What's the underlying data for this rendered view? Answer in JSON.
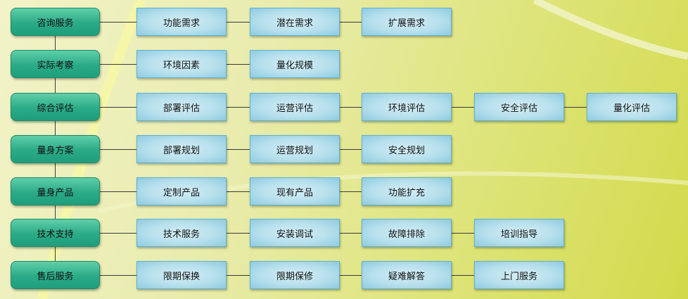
{
  "rows": [
    {
      "main": "咨询服务",
      "subs": [
        "功能需求",
        "潜在需求",
        "扩展需求"
      ]
    },
    {
      "main": "实际考察",
      "subs": [
        "环境因素",
        "量化规模"
      ]
    },
    {
      "main": "综合评估",
      "subs": [
        "部署评估",
        "运营评估",
        "环境评估",
        "安全评估",
        "量化评估"
      ]
    },
    {
      "main": "量身方案",
      "subs": [
        "部署规划",
        "运营规划",
        "安全规划"
      ]
    },
    {
      "main": "量身产品",
      "subs": [
        "定制产品",
        "现有产品",
        "功能扩充"
      ]
    },
    {
      "main": "技术支持",
      "subs": [
        "技术服务",
        "安装调试",
        "故障排除",
        "培训指导"
      ]
    },
    {
      "main": "售后服务",
      "subs": [
        "限期保换",
        "限期保修",
        "疑难解答",
        "上门服务"
      ]
    }
  ]
}
